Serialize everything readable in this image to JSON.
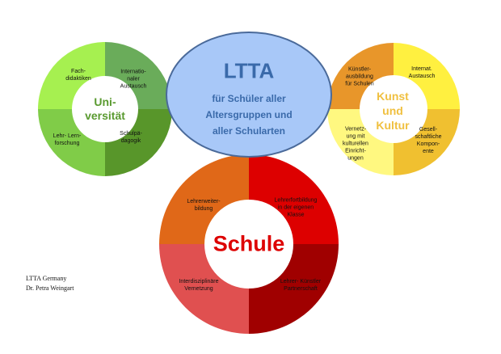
{
  "universitaet": {
    "title": "Uni-\nversität",
    "segments": [
      "Fach-\ndidaktiken",
      "Internatio-\nnaler\nAustausch",
      "Lehr- Lern-\nforschung",
      "Schulpä-\ndagogik"
    ],
    "colors": [
      "#a6f050",
      "#6aac5a",
      "#80cc48",
      "#58962a"
    ],
    "title_color": "#5a9a30"
  },
  "kunst": {
    "title": "Kunst\nund\nKultur",
    "segments": [
      "Künstler-\nausbildung\nfür Schulen",
      "Internat.\nAustausch",
      "Vernetz-\nung mit\nkulturellen\nEinricht-\nungen",
      "Gesell-\nschaftliche\nKompon-\nente"
    ],
    "colors": [
      "#e8962a",
      "#fff040",
      "#fff880",
      "#f0c030"
    ],
    "title_color": "#f0c040"
  },
  "schule": {
    "title": "Schule",
    "segments": [
      "Lehrerweiter-\nbildung",
      "Lehrerfortbildung\nin der eigenen\nKlasse",
      "Interdisziplinäre\nVernetzung",
      "Lehrer- Künstler\nPartnerschaft"
    ],
    "colors": [
      "#e06818",
      "#dd0000",
      "#e05050",
      "#a00000"
    ],
    "title_color": "#dd0000"
  },
  "ltta": {
    "title": "LTTA",
    "subtitle": "für Schüler aller\nAltersgruppen und\naller Schularten",
    "fill": "#a8c8f8",
    "text_color": "#3a6aaa"
  },
  "footer": {
    "line1": "LTTA Germany",
    "line2": "Dr. Petra Weingart"
  }
}
